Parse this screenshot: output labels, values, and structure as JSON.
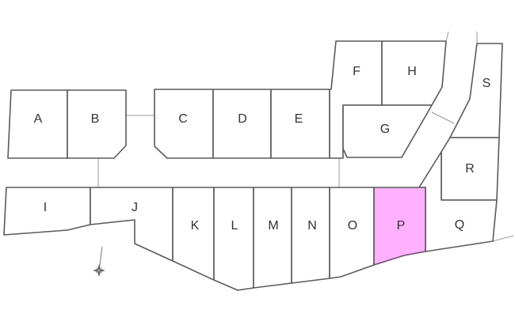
{
  "title": "Lot subdivision plan",
  "selected_lot": "P",
  "colors": {
    "selected": "#ffb0ff",
    "outline": "#5a5a5a",
    "background": "#ffffff"
  },
  "lots": {
    "A": "A",
    "B": "B",
    "C": "C",
    "D": "D",
    "E": "E",
    "F": "F",
    "G": "G",
    "H": "H",
    "I": "I",
    "J": "J",
    "K": "K",
    "L": "L",
    "M": "M",
    "N": "N",
    "O": "O",
    "P": "P",
    "Q": "Q",
    "R": "R",
    "S": "S"
  },
  "compass": "compass-rose-icon"
}
